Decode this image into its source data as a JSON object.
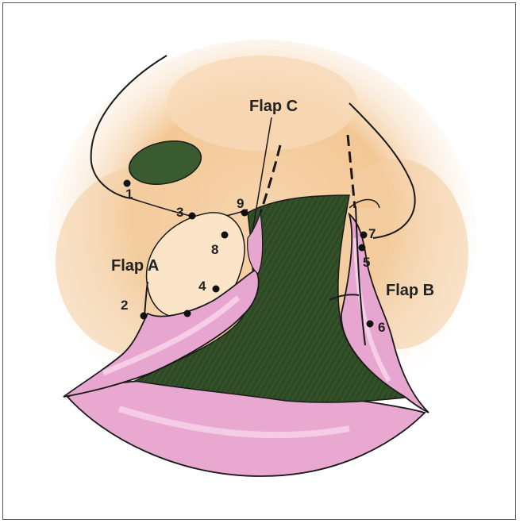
{
  "labels": {
    "flap_a": "Flap A",
    "flap_b": "Flap B",
    "flap_c": "Flap C"
  },
  "points": {
    "p1": "1",
    "p2": "2",
    "p3": "3",
    "p4": "4",
    "p5": "5",
    "p6": "6",
    "p7": "7",
    "p8": "8",
    "p9": "9"
  },
  "colors": {
    "skin": "#f2c79a",
    "skin_light": "#f9e2c8",
    "cleft": "#2e4a26",
    "lip": "#e7a6cf",
    "lip_light": "#f6d2e8",
    "outline": "#1a1a1a"
  }
}
